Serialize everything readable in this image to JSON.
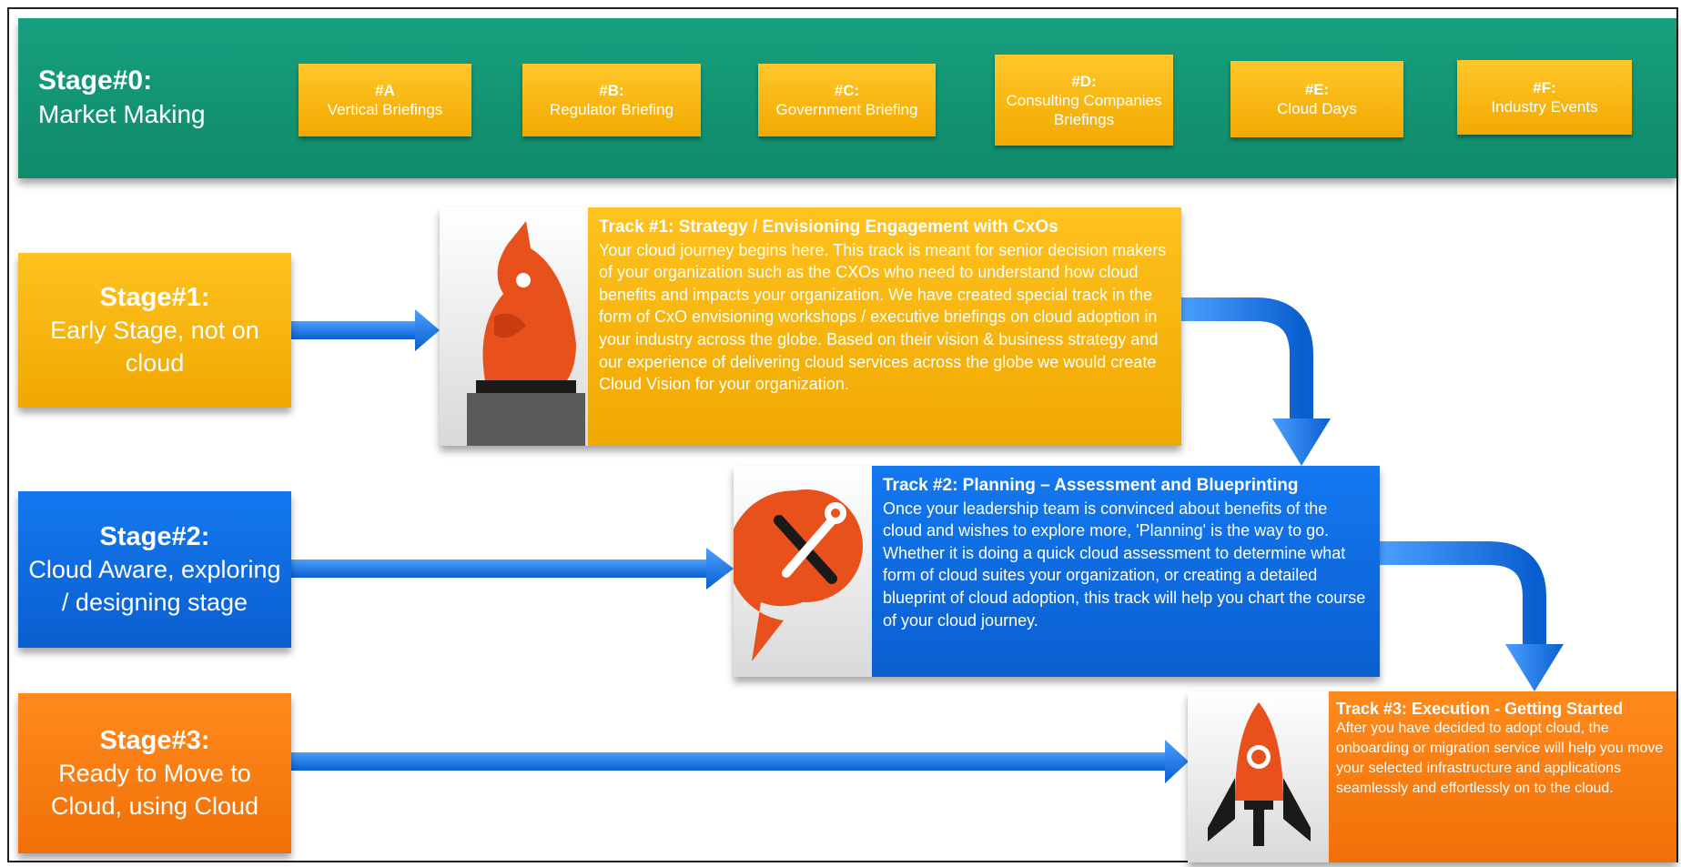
{
  "stage0": {
    "stage": "Stage#0:",
    "label": "Market Making",
    "chips": [
      {
        "code": "#A",
        "label": "Vertical Briefings"
      },
      {
        "code": "#B:",
        "label": "Regulator Briefing"
      },
      {
        "code": "#C:",
        "label": "Government Briefing"
      },
      {
        "code": "#D:",
        "label": "Consulting Companies Briefings"
      },
      {
        "code": "#E:",
        "label": "Cloud Days"
      },
      {
        "code": "#F:",
        "label": "Industry Events"
      }
    ]
  },
  "stages": [
    {
      "stage": "Stage#1:",
      "label": "Early Stage, not on cloud"
    },
    {
      "stage": "Stage#2:",
      "label": "Cloud Aware, exploring / designing stage"
    },
    {
      "stage": "Stage#3:",
      "label": "Ready to Move to Cloud, using Cloud"
    }
  ],
  "tracks": [
    {
      "title": "Track #1: Strategy / Envisioning Engagement with CxOs",
      "text": "Your cloud journey begins here. This track is meant for senior decision makers of your organization such as the CXOs who need to understand how cloud benefits and impacts your organization. We have created special track in the form of CxO envisioning workshops / executive briefings on cloud adoption in your industry across the globe. Based on their vision & business strategy and our experience of delivering cloud services across the globe we would create Cloud Vision for your organization.",
      "icon": "chess-knight-icon"
    },
    {
      "title": "Track #2: Planning – Assessment and Blueprinting",
      "text": "Once your leadership team is convinced about benefits of the cloud and wishes to explore more, 'Planning' is the way to go. Whether it is doing a quick cloud assessment to determine what form of cloud suites your organization, or creating a detailed blueprint of cloud adoption, this track will help you chart the course of your cloud journey.",
      "icon": "tools-icon"
    },
    {
      "title": "Track #3: Execution - Getting Started",
      "text": "After you have decided to adopt cloud, the onboarding or migration service will help you move your selected infrastructure and applications seamlessly and effortlessly on to the cloud.",
      "icon": "rocket-icon"
    }
  ],
  "colors": {
    "green": "#0f8a6a",
    "yellow": "#f2a900",
    "blue": "#0a5fcf",
    "orange": "#f07008",
    "arrow": "#1a7cf2"
  }
}
